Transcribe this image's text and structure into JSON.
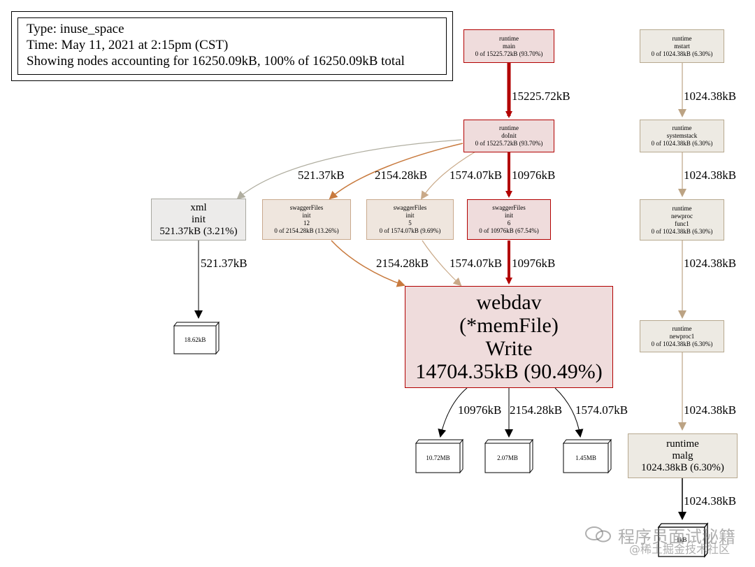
{
  "info": {
    "type": "Type: inuse_space",
    "time": "Time: May 11, 2021 at 2:15pm (CST)",
    "showing": "Showing nodes accounting for 16250.09kB, 100% of 16250.09kB total"
  },
  "nodes": {
    "runtime_main": {
      "l1": "runtime",
      "l2": "main",
      "l3": "0 of 15225.72kB (93.70%)"
    },
    "runtime_doinit": {
      "l1": "runtime",
      "l2": "doInit",
      "l3": "0 of 15225.72kB (93.70%)"
    },
    "xml_init": {
      "l1": "xml",
      "l2": "init",
      "l3": "521.37kB (3.21%)"
    },
    "swagger12": {
      "l1": "swaggerFiles",
      "l2": "init",
      "l3": "12",
      "l4": "0 of 2154.28kB (13.26%)"
    },
    "swagger5": {
      "l1": "swaggerFiles",
      "l2": "init",
      "l3": "5",
      "l4": "0 of 1574.07kB (9.69%)"
    },
    "swagger6": {
      "l1": "swaggerFiles",
      "l2": "init",
      "l3": "6",
      "l4": "0 of 10976kB (67.54%)"
    },
    "webdav": {
      "l1": "webdav",
      "l2": "(*memFile)",
      "l3": "Write",
      "l4": "14704.35kB (90.49%)"
    },
    "runtime_mstart": {
      "l1": "runtime",
      "l2": "mstart",
      "l3": "0 of 1024.38kB (6.30%)"
    },
    "runtime_systemstack": {
      "l1": "runtime",
      "l2": "systemstack",
      "l3": "0 of 1024.38kB (6.30%)"
    },
    "runtime_newproc_func1": {
      "l1": "runtime",
      "l2": "newproc",
      "l3": "func1",
      "l4": "0 of 1024.38kB (6.30%)"
    },
    "runtime_newproc1": {
      "l1": "runtime",
      "l2": "newproc1",
      "l3": "0 of 1024.38kB (6.30%)"
    },
    "runtime_malg": {
      "l1": "runtime",
      "l2": "malg",
      "l3": "1024.38kB (6.30%)"
    }
  },
  "blocks": {
    "xml": "18.62kB",
    "b1": "10.72MB",
    "b2": "2.07MB",
    "b3": "1.45MB",
    "malg": "1kB"
  },
  "edges": {
    "main_doinit": "15225.72kB",
    "doinit_xml": "521.37kB",
    "doinit_s12": "2154.28kB",
    "doinit_s5": "1574.07kB",
    "doinit_s6": "10976kB",
    "xml_block": "521.37kB",
    "s12_webdav": "2154.28kB",
    "s5_webdav": "1574.07kB",
    "s6_webdav": "10976kB",
    "webdav_b1": "10976kB",
    "webdav_b2": "2154.28kB",
    "webdav_b3": "1574.07kB",
    "mstart_sys": "1024.38kB",
    "sys_func1": "1024.38kB",
    "func1_newproc1": "1024.38kB",
    "newproc1_malg": "1024.38kB",
    "malg_block": "1024.38kB"
  },
  "watermark": {
    "line1": "程序员面试秘籍",
    "line2": "@稀土掘金技术社区"
  },
  "colors": {
    "hot": "#b20000",
    "warm": "#c87a3e",
    "cool": "#b89a7a",
    "grey": "#b0aea0",
    "black": "#000000"
  }
}
